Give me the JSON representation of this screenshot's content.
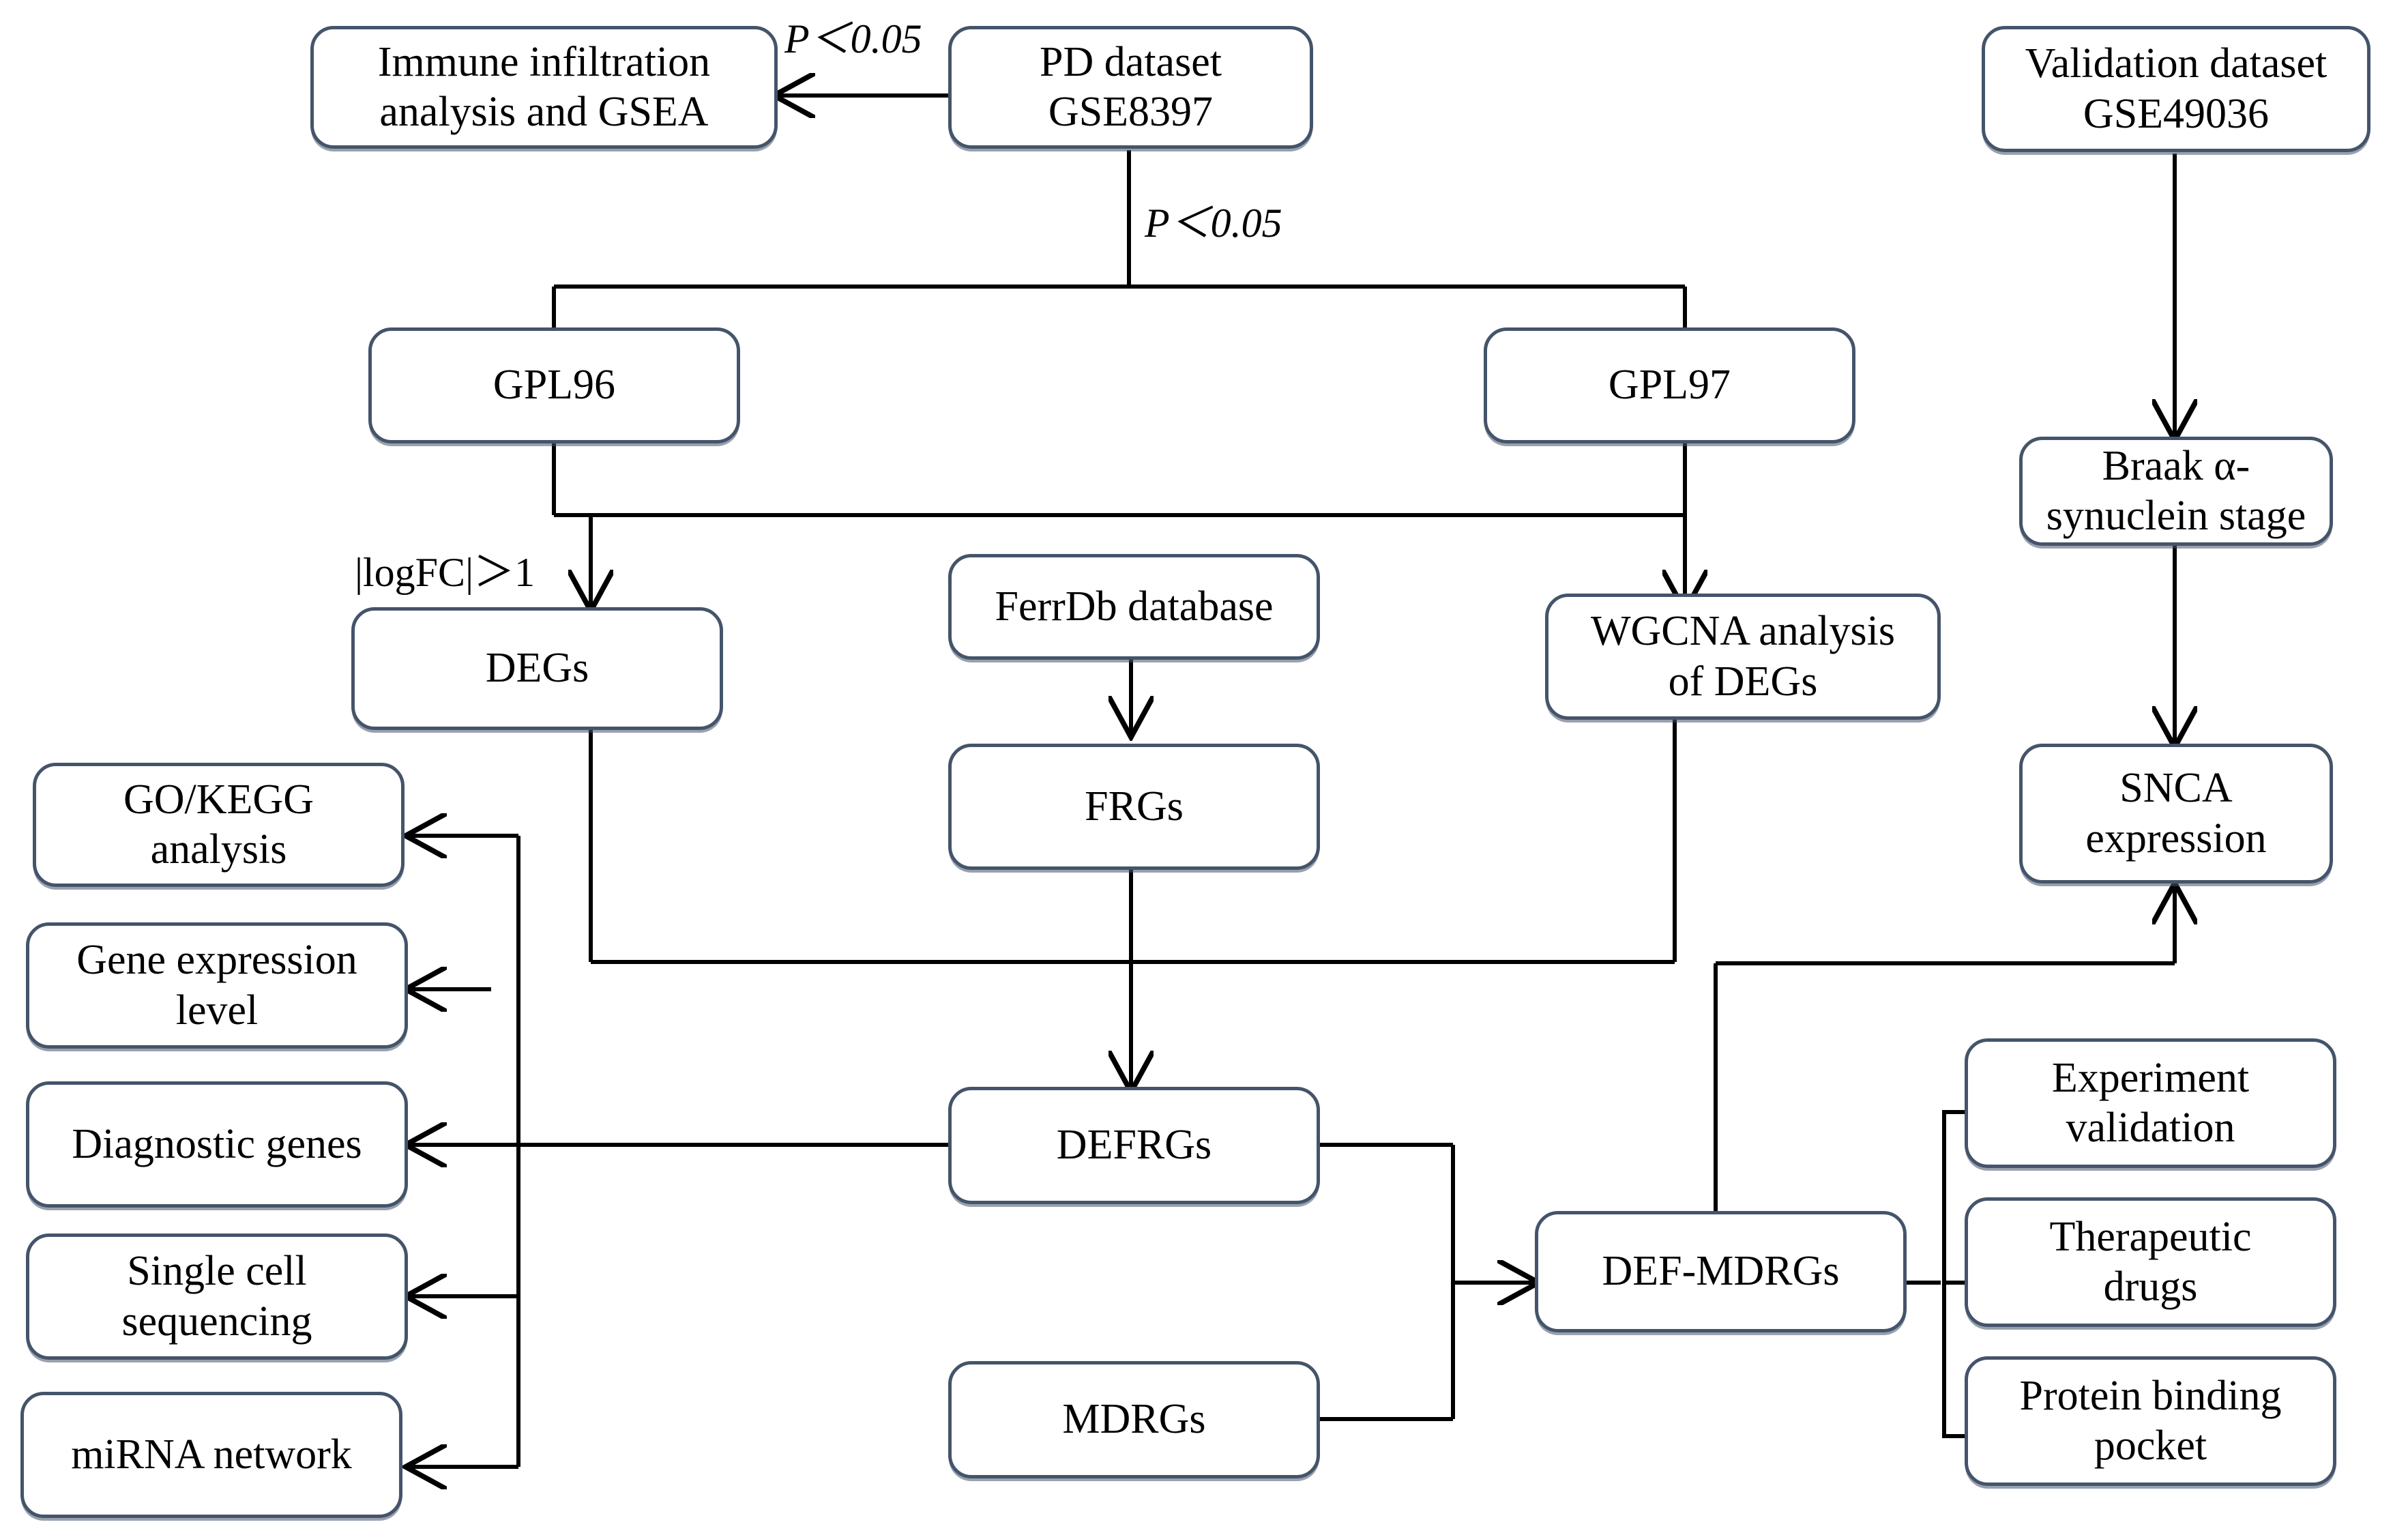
{
  "diagram": {
    "title": "Parkinson disease ferroptosis bioinformatics workflow",
    "colors": {
      "box_border": "#44546a",
      "box_fill": "#ffffff",
      "connector": "#000000",
      "text": "#000000"
    },
    "nodes": {
      "immune_infiltration": "Immune infiltration\nanalysis and GSEA",
      "immune_infiltration_line1": "Immune infiltration",
      "immune_infiltration_line2": "analysis and GSEA",
      "pd_dataset_line1": "PD dataset",
      "pd_dataset_line2": "GSE8397",
      "validation_dataset_line1": "Validation dataset",
      "validation_dataset_line2": "GSE49036",
      "gpl96": "GPL96",
      "gpl97": "GPL97",
      "braak_line1": "Braak α-",
      "braak_line2": "synuclein stage",
      "degs": "DEGs",
      "ferrdb": "FerrDb database",
      "wgcna_line1": "WGCNA analysis",
      "wgcna_line2": "of DEGs",
      "frgs": "FRGs",
      "snca_line1": "SNCA",
      "snca_line2": "expression",
      "go_kegg_line1": "GO/KEGG",
      "go_kegg_line2": "analysis",
      "gene_expr_line1": "Gene expression",
      "gene_expr_line2": "level",
      "diagnostic_genes": "Diagnostic genes",
      "single_cell_line1": "Single cell",
      "single_cell_line2": "sequencing",
      "mirna_network": "miRNA network",
      "defrgs": "DEFRGs",
      "mdrgs": "MDRGs",
      "def_mdrgs": "DEF-MDRGs",
      "experiment_line1": "Experiment",
      "experiment_line2": "validation",
      "therapeutic_line1": "Therapeutic",
      "therapeutic_line2": "drugs",
      "protein_pocket_line1": "Protein binding",
      "protein_pocket_line2": "pocket"
    },
    "edge_labels": {
      "p_immune": "P＜0.05",
      "p_split": "P＜0.05",
      "logfc": "|logFC|＞1"
    }
  }
}
